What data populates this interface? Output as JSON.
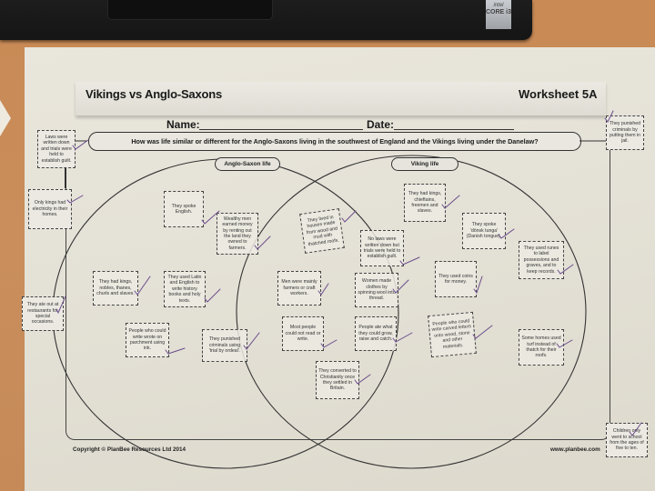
{
  "scene": {
    "laptop_badge": {
      "brand": "intel",
      "model": "CORE i3"
    }
  },
  "worksheet": {
    "title": "Vikings vs Anglo-Saxons",
    "number": "Worksheet 5A",
    "name_label": "Name:",
    "date_label": "Date:",
    "question": "How was life similar or different for the Anglo-Saxons living in the southwest of England and the Vikings living under the Danelaw?",
    "footer_copyright": "Copyright © PlanBee Resources Ltd 2014",
    "footer_url": "www.planbee.com"
  },
  "venn": {
    "left_label": "Anglo-Saxon life",
    "right_label": "Viking life",
    "anglo_saxon_cards": [
      "They spoke English.",
      "Wealthy men earned money by renting out the land they owned to farmers.",
      "They had kings, nobles, thanes, churls and slaves.",
      "They used Latin and English to write history books and holy texts.",
      "People who could write wrote on parchment using ink.",
      "They punished criminals using 'trial by ordeal'."
    ],
    "shared_cards": [
      "They lived in houses made from wood and mud with thatched roofs.",
      "No laws were written down but trials were held to establish guilt.",
      "Men were mainly farmers or craft workers.",
      "Women made clothes by spinning wool into thread.",
      "Most people could not read or write.",
      "People ate what they could grow, raise and catch.",
      "They converted to Christianity once they settled in Britain."
    ],
    "viking_cards": [
      "They had kings, chieftains, freemen and slaves.",
      "They spoke 'dönsk tunga' (Danish tongue).",
      "They used runes to label possessions and graves, and to keep records.",
      "They used coins for money.",
      "People who could write carved letters onto wood, stone and other materials.",
      "Some homes used turf instead of thatch for their roofs."
    ]
  },
  "outside_cards": {
    "left": [
      "Laws were written down and trials were held to establish guilt.",
      "Only kings had electricity in their homes.",
      "They ate out at restaurants for special occasions."
    ],
    "right": [
      "They punished criminals by putting them in jail.",
      "Children only went to school from the ages of five to ten."
    ]
  },
  "colors": {
    "tick": "#6b4e8c",
    "ink": "#222222",
    "paper": "#e6e3d9",
    "desk": "#c98a55"
  }
}
